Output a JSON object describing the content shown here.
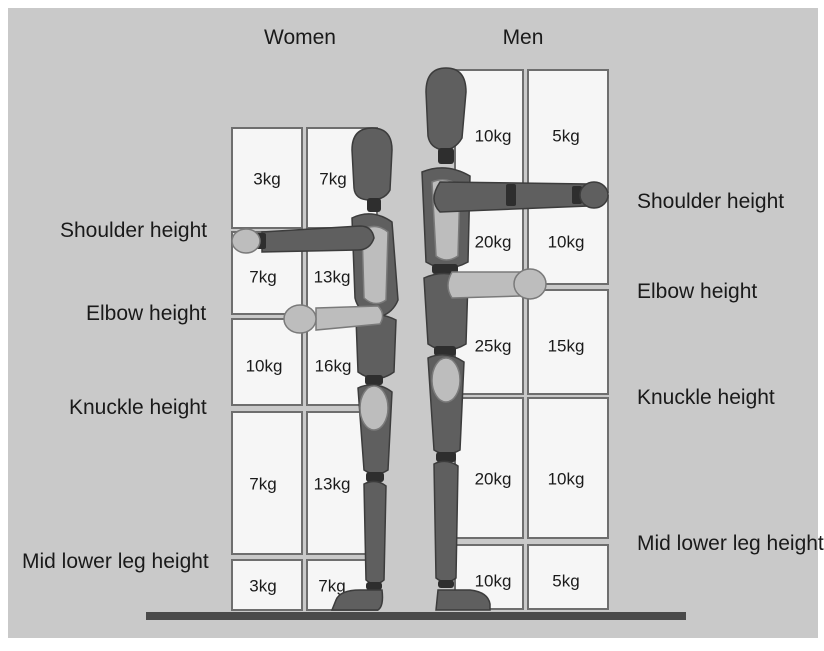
{
  "columns": {
    "women": "Women",
    "men": "Men"
  },
  "women_labels": {
    "shoulder": "Shoulder height",
    "elbow": "Elbow height",
    "knuckle": "Knuckle height",
    "mid_lower_leg": "Mid lower leg height"
  },
  "men_labels": {
    "shoulder": "Shoulder height",
    "elbow": "Elbow height",
    "knuckle": "Knuckle height",
    "mid_lower_leg": "Mid lower leg height"
  },
  "women_zones": {
    "above_shoulder": {
      "arm_extended": "3kg",
      "close_to_body": "7kg"
    },
    "shoulder_elbow": {
      "arm_extended": "7kg",
      "close_to_body": "13kg"
    },
    "elbow_knuckle": {
      "arm_extended": "10kg",
      "close_to_body": "16kg"
    },
    "knuckle_midleg": {
      "arm_extended": "7kg",
      "close_to_body": "13kg"
    },
    "below_midleg": {
      "arm_extended": "3kg",
      "close_to_body": "7kg"
    }
  },
  "men_zones": {
    "above_shoulder": {
      "close_to_body": "10kg",
      "arm_extended": "5kg"
    },
    "shoulder_elbow": {
      "close_to_body": "20kg",
      "arm_extended": "10kg"
    },
    "elbow_knuckle": {
      "close_to_body": "25kg",
      "arm_extended": "15kg"
    },
    "knuckle_midleg": {
      "close_to_body": "20kg",
      "arm_extended": "10kg"
    },
    "below_midleg": {
      "close_to_body": "10kg",
      "arm_extended": "5kg"
    }
  },
  "colors": {
    "background": "#c9c9c9",
    "cell_fill": "#f6f6f6",
    "mannequin_dark": "#5f5f5f",
    "mannequin_light": "#bdbdbd",
    "floor": "#4a4a4a"
  }
}
